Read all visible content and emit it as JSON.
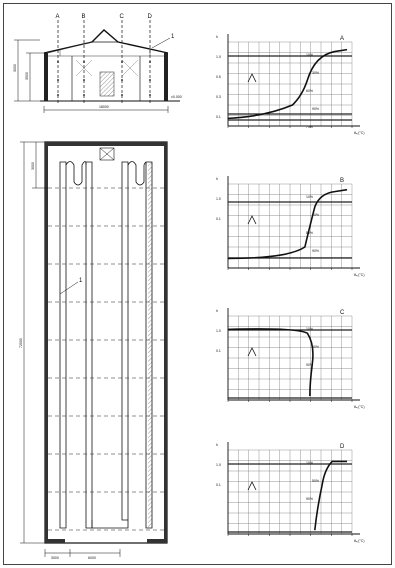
{
  "section": {
    "axes": [
      "A",
      "B",
      "C",
      "D"
    ],
    "callout": "1",
    "width_dim": "18000",
    "height_dims": [
      "3000",
      "3500"
    ],
    "note": "±0.000"
  },
  "plan": {
    "callout": "1",
    "length_dim": "72000",
    "top_dim": "3000",
    "bottom_dims": [
      "3000",
      "6000"
    ]
  },
  "graphs": [
    {
      "letter": "A",
      "xlabel": "θₐ,(°C)",
      "ylabel": "h",
      "marks": [
        "1.0",
        "0.5",
        "0.3",
        "0.1"
      ],
      "pcts": [
        "10%",
        "30%",
        "60%",
        "90%",
        "75%"
      ]
    },
    {
      "letter": "B",
      "xlabel": "θₐ,(°C)",
      "ylabel": "h",
      "marks": [
        "1.0",
        "0.1"
      ],
      "pcts": [
        "10%",
        "40%",
        "80%",
        "90%"
      ]
    },
    {
      "letter": "C",
      "xlabel": "θₐ,(°C)",
      "ylabel": "h",
      "marks": [
        "1.0",
        "0.1"
      ],
      "pcts": [
        "10%",
        "50%",
        "90%"
      ]
    },
    {
      "letter": "D",
      "xlabel": "θₐ,(°C)",
      "ylabel": "h",
      "marks": [
        "1.0",
        "0.1"
      ],
      "pcts": [
        "10%",
        "50%",
        "90%"
      ]
    }
  ]
}
